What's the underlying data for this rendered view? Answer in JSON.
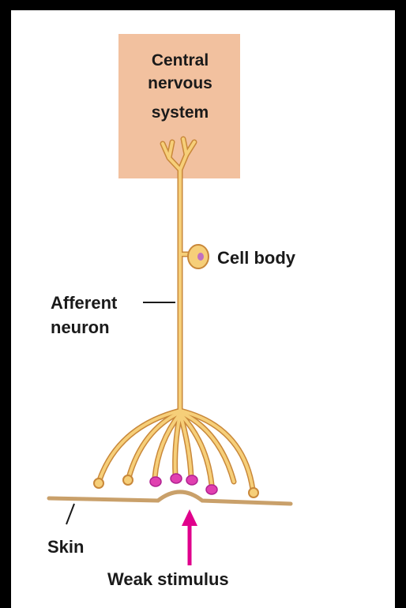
{
  "cns": {
    "line1": "Central",
    "line2": "nervous",
    "line3": "system",
    "box_color": "#f2c19f"
  },
  "labels": {
    "cell_body": "Cell body",
    "afferent_line1": "Afferent",
    "afferent_line2": "neuron",
    "skin": "Skin",
    "stimulus": "Weak stimulus"
  },
  "colors": {
    "neuron": "#f6cf79",
    "neuron_outline": "#c9883a",
    "skin": "#c9a06a",
    "activated_terminal": "#e040b0",
    "arrow": "#e0008c"
  }
}
